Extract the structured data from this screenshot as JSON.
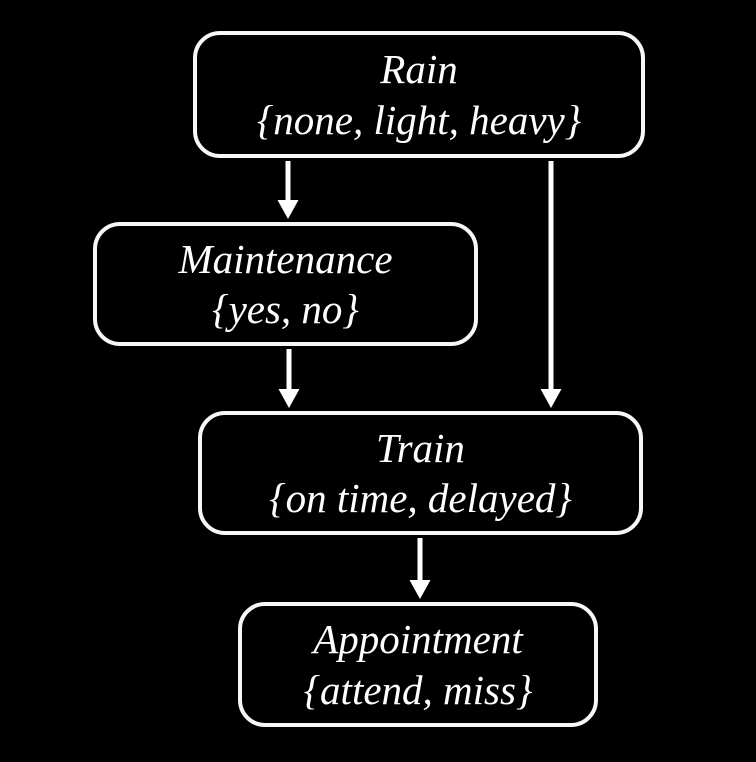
{
  "diagram": {
    "type": "bayesian-network",
    "background_color": "#000000",
    "node_border_color": "#ffffff",
    "text_color": "#ffffff",
    "arrow_color": "#ffffff",
    "nodes": [
      {
        "id": "rain",
        "name": "Rain",
        "values": "{none, light, heavy}"
      },
      {
        "id": "maintenance",
        "name": "Maintenance",
        "values": "{yes, no}"
      },
      {
        "id": "train",
        "name": "Train",
        "values": "{on time, delayed}"
      },
      {
        "id": "appointment",
        "name": "Appointment",
        "values": "{attend, miss}"
      }
    ],
    "edges": [
      {
        "from": "Rain",
        "to": "Maintenance"
      },
      {
        "from": "Rain",
        "to": "Train"
      },
      {
        "from": "Maintenance",
        "to": "Train"
      },
      {
        "from": "Train",
        "to": "Appointment"
      }
    ]
  }
}
